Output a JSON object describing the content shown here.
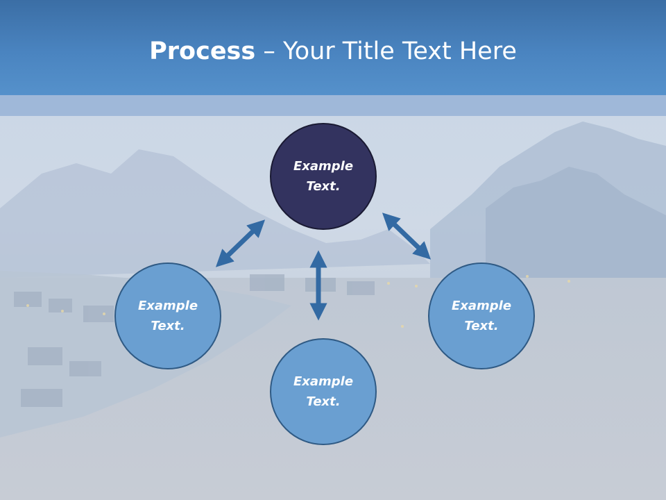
{
  "slide": {
    "title_bold": "Process",
    "title_rest": " – Your Title Text Here",
    "colors": {
      "header": "#4a84c0",
      "header_band": "#9fb8d9",
      "node_light": "#6a9fd1",
      "node_dark": "#33335f",
      "arrow": "#336aa3"
    }
  },
  "diagram": {
    "nodes": [
      {
        "id": "center-top",
        "text": "Example\nText."
      },
      {
        "id": "left",
        "text": "Example\nText."
      },
      {
        "id": "bottom",
        "text": "Example\nText."
      },
      {
        "id": "right",
        "text": "Example\nText."
      }
    ],
    "edges": [
      {
        "from": "center-top",
        "to": "left",
        "type": "double-arrow"
      },
      {
        "from": "center-top",
        "to": "bottom",
        "type": "double-arrow"
      },
      {
        "from": "center-top",
        "to": "right",
        "type": "double-arrow"
      }
    ]
  }
}
